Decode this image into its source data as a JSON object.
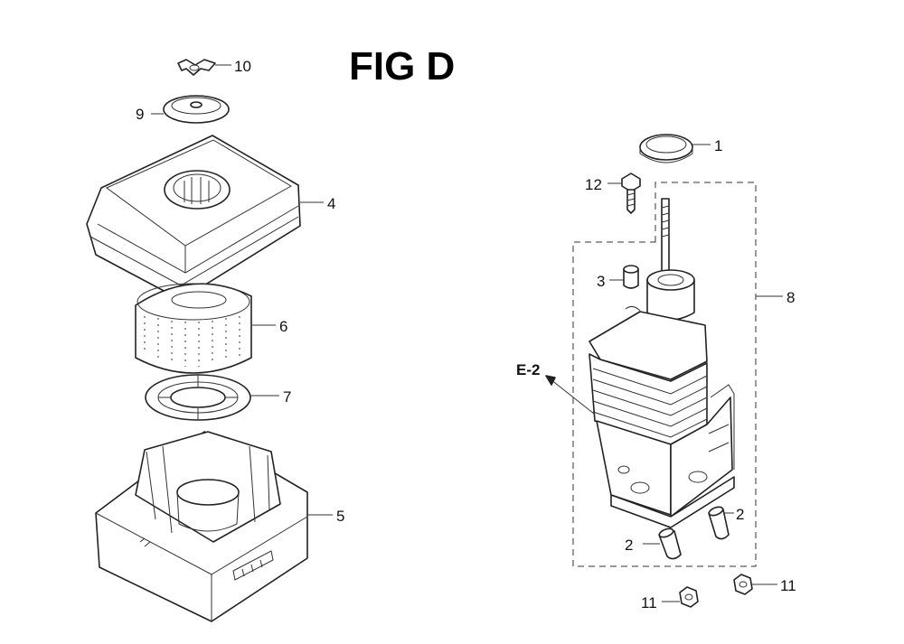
{
  "figure": {
    "title": "FIG D"
  },
  "callouts": {
    "p1": "1",
    "p2a": "2",
    "p2b": "2",
    "p3": "3",
    "p4": "4",
    "p5": "5",
    "p6": "6",
    "p7": "7",
    "p8": "8",
    "p9": "9",
    "p10": "10",
    "p11a": "11",
    "p11b": "11",
    "p12": "12"
  },
  "reference": {
    "label": "E-2"
  },
  "parts_drawn": [
    "wing-nut",
    "air-cleaner-grommet-cap",
    "air-cleaner-cover",
    "air-filter-element",
    "filter-grommet",
    "air-cleaner-case",
    "breather-seal-ring",
    "breather-bolt",
    "breather-tube",
    "cylinder-assembly",
    "dowel-pins",
    "nuts"
  ]
}
